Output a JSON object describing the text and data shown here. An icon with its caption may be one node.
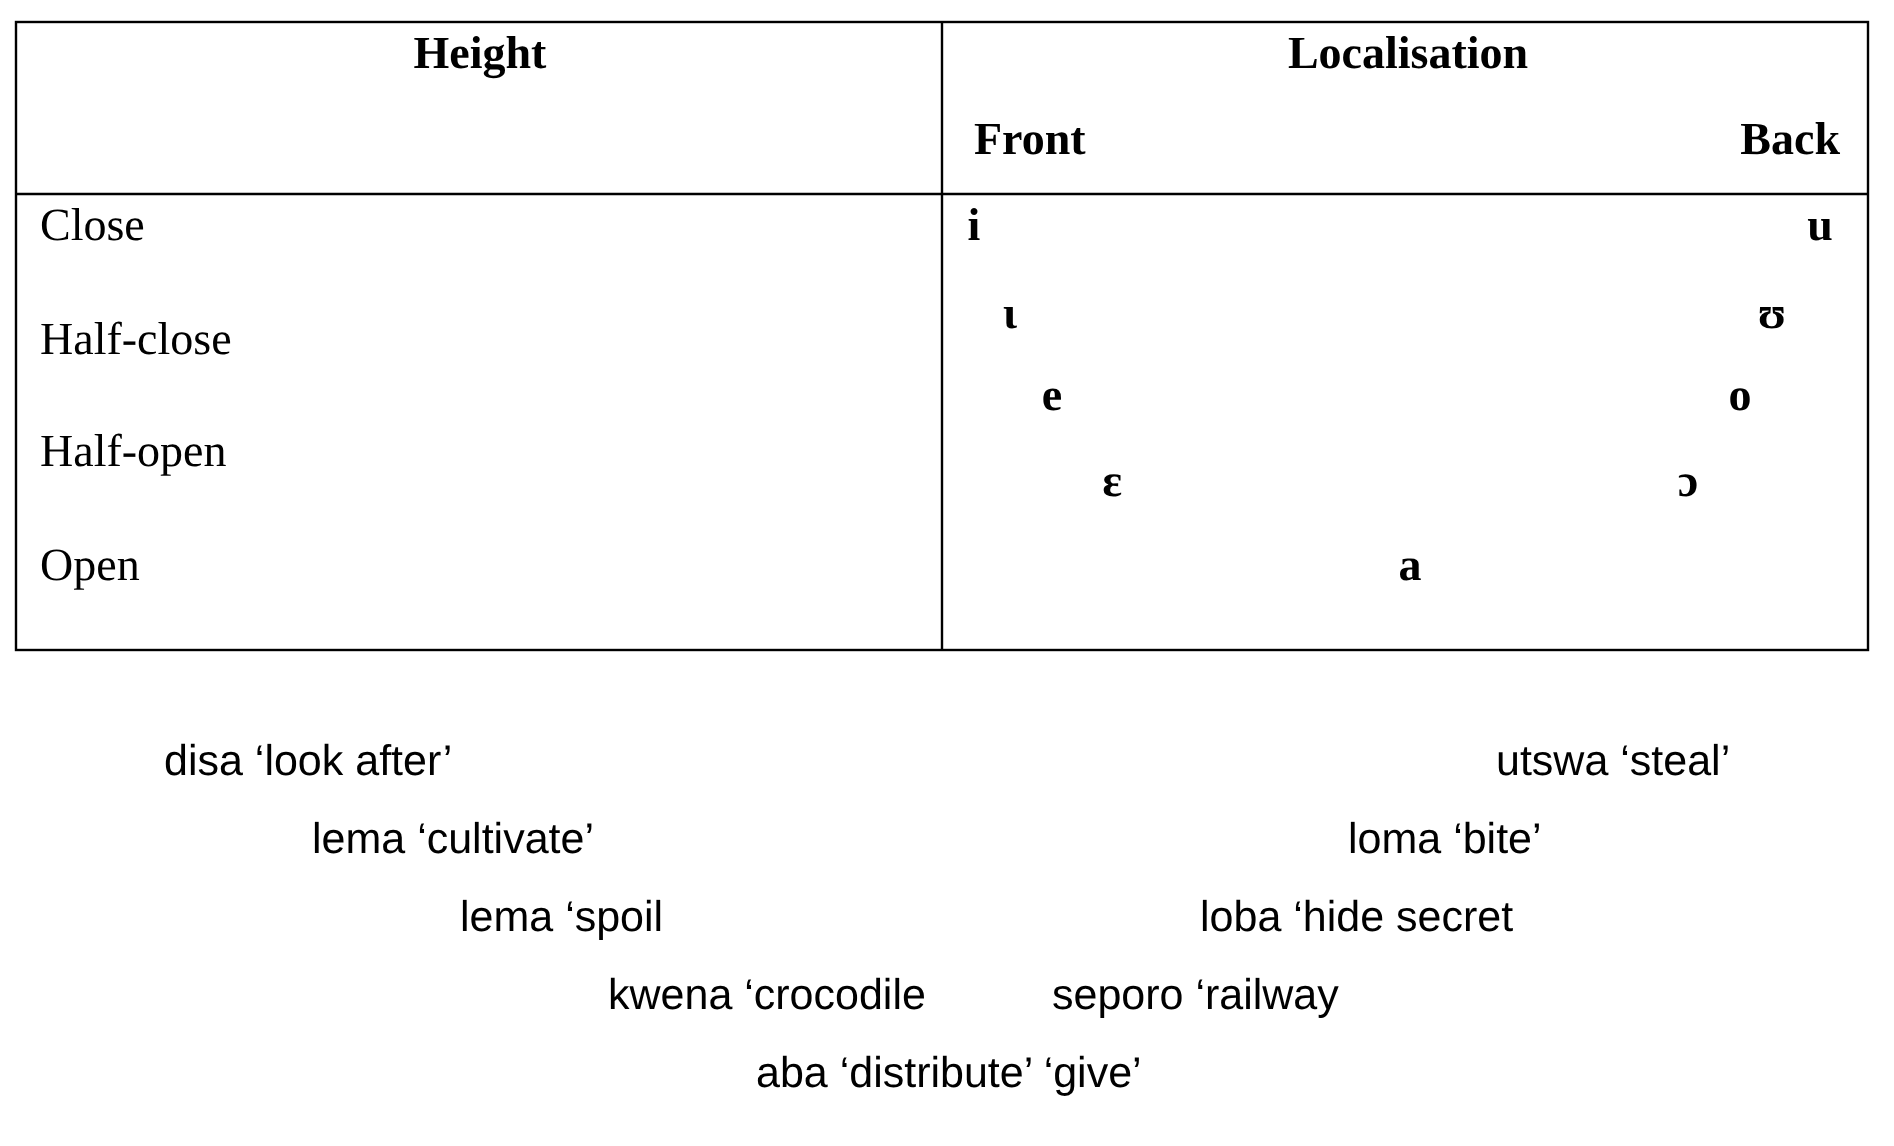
{
  "diagram": {
    "labels": [
      "Height",
      "Localisation",
      "Front",
      "Back",
      "Close",
      "i",
      "u",
      "Half-close",
      "ι",
      "ʊ",
      "e",
      "o",
      "Half-open",
      "ɛ",
      "ɔ",
      "Open",
      "a",
      "disa ‘look after’",
      "utswa ‘steal’",
      "lema ‘cultivate’",
      "loma ‘bite’",
      "lema ‘spoil",
      "loba ‘hide secret",
      "kwena ‘crocodile",
      "seporo ‘railway",
      "aba ‘distribute’ ‘give’"
    ]
  }
}
